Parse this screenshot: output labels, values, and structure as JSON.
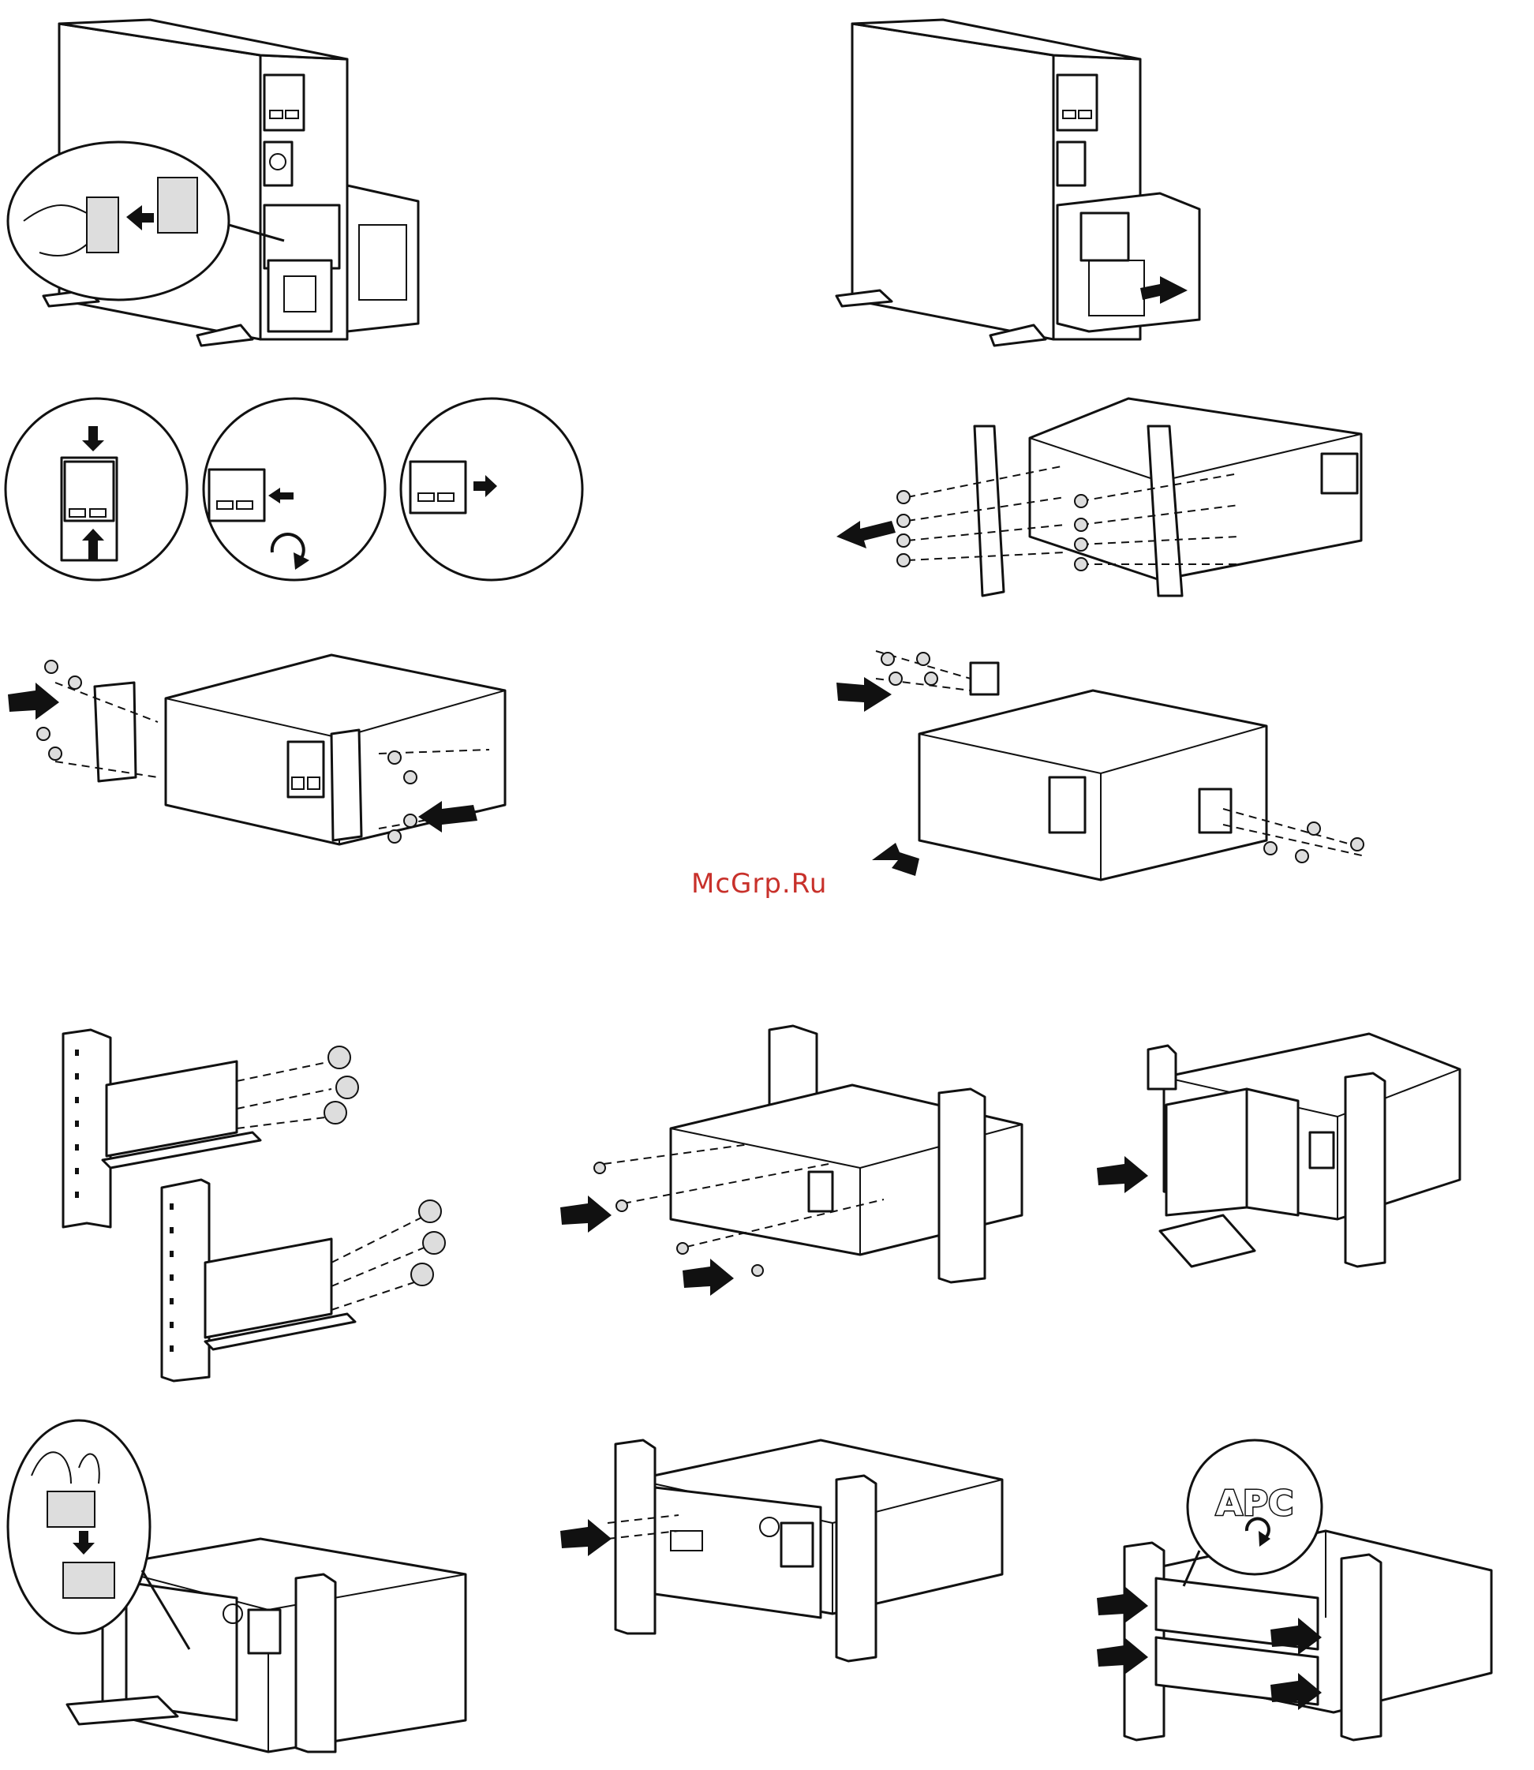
{
  "watermark": {
    "text": "McGrp.Ru",
    "color": "#c8312b"
  },
  "logo": {
    "text": "APC"
  },
  "figures": [
    {
      "id": "tower-battery-disconnect",
      "icons": [
        "tower-ups-icon",
        "connector-pull-arrow-icon"
      ]
    },
    {
      "id": "tower-battery-pull-out",
      "icons": [
        "tower-ups-icon",
        "pull-arrow-icon"
      ]
    },
    {
      "id": "display-rotate-steps",
      "icons": [
        "display-module-icon",
        "rotate-icon"
      ]
    },
    {
      "id": "remove-feet-rails",
      "icons": [
        "screw-icon",
        "pull-arrow-icon"
      ]
    },
    {
      "id": "attach-rack-ears",
      "icons": [
        "screw-icon",
        "push-arrow-icon"
      ]
    },
    {
      "id": "attach-handles",
      "icons": [
        "screw-icon",
        "push-arrow-icon"
      ]
    },
    {
      "id": "install-rack-rails",
      "icons": [
        "rack-post-icon",
        "screw-icon"
      ]
    },
    {
      "id": "slide-unit-into-rack",
      "icons": [
        "rack-post-icon",
        "push-arrow-icon"
      ]
    },
    {
      "id": "insert-battery-rack",
      "icons": [
        "battery-pack-icon",
        "push-arrow-icon"
      ]
    },
    {
      "id": "connect-battery-rack",
      "icons": [
        "connector-icon",
        "down-arrow-icon"
      ]
    },
    {
      "id": "attach-front-bezel",
      "icons": [
        "bezel-icon",
        "push-arrow-icon"
      ]
    },
    {
      "id": "attach-front-bezel-logo",
      "icons": [
        "logo-rotate-icon",
        "push-arrow-icon"
      ]
    }
  ]
}
